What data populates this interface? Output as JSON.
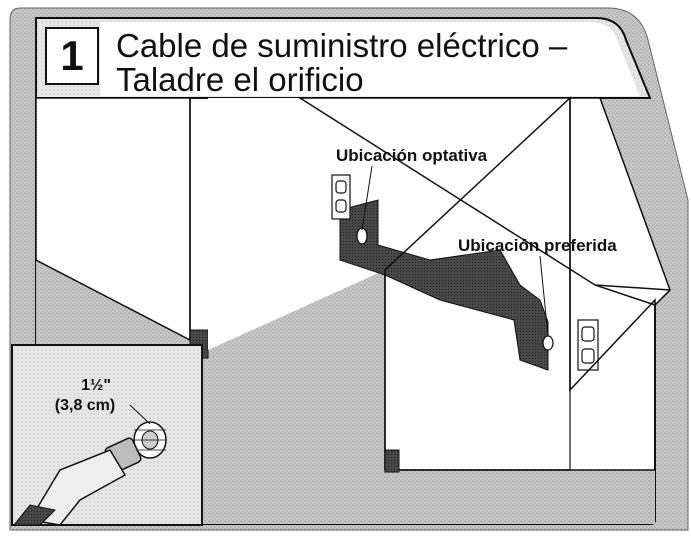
{
  "step": {
    "number": "1",
    "title_line_1": "Cable de suministro eléctrico –",
    "title_line_2": "Taladre el orificio"
  },
  "callouts": {
    "optional_location": "Ubicación optativa",
    "preferred_location": "Ubicación preferida"
  },
  "drill_inset": {
    "size_imperial": "1½\"",
    "size_metric": "(3,8 cm)"
  }
}
